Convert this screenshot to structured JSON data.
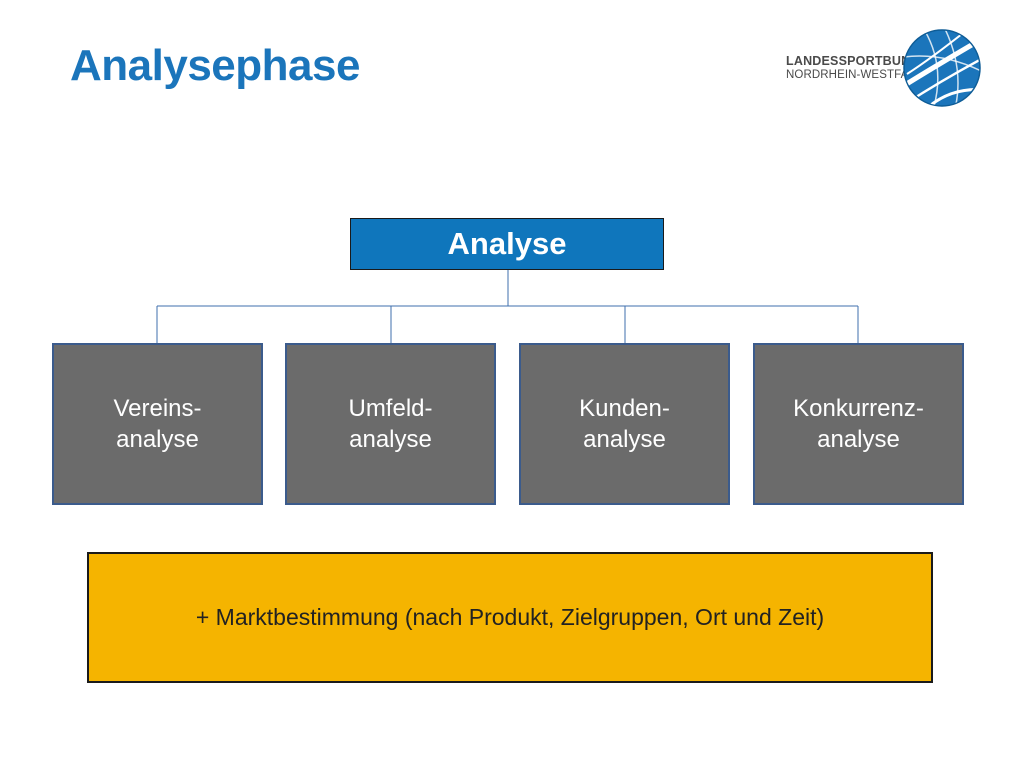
{
  "slide": {
    "title": "Analysephase"
  },
  "logo": {
    "line1": "LANDESSPORTBUND",
    "line2": "NORDRHEIN-WESTFALEN",
    "icon": "globe-emblem-icon",
    "colors": {
      "emblem": "#1b75bb",
      "text": "#4a4a4a"
    }
  },
  "diagram": {
    "root": {
      "label": "Analyse",
      "color": "#0f76bc"
    },
    "children": [
      {
        "line1": "Vereins-",
        "line2": "analyse"
      },
      {
        "line1": "Umfeld-",
        "line2": "analyse"
      },
      {
        "line1": "Kunden-",
        "line2": "analyse"
      },
      {
        "line1": "Konkurrenz-",
        "line2": "analyse"
      }
    ],
    "child_color": "#6b6b6b",
    "connector_color": "#3f6fae",
    "footer": {
      "label": "+ Marktbestimmung (nach Produkt, Zielgruppen, Ort und Zeit)",
      "color": "#f5b400"
    }
  }
}
